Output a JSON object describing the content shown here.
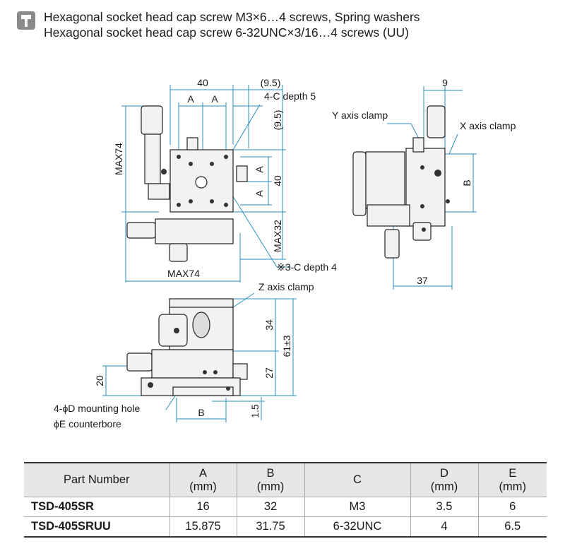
{
  "header": {
    "screw_icon": "hex-socket-screw-icon",
    "line1": "Hexagonal socket head cap screw  M3×6…4 screws, Spring washers",
    "line2": "Hexagonal socket head cap screw  6-32UNC×3/16…4 screws (UU)"
  },
  "top_view": {
    "dim_width": "40",
    "dim_offset": "(9.5)",
    "dim_a1": "A",
    "dim_a2": "A",
    "note_4c": "4-C depth 5",
    "dim_offset_v": "(9.5)",
    "dim_a3": "A",
    "dim_a4": "A",
    "dim_height": "40",
    "dim_max74_v": "MAX74",
    "dim_max32": "MAX32",
    "dim_max74_h": "MAX74",
    "note_3c": "※3-C depth 4"
  },
  "side_view": {
    "y_clamp": "Y axis clamp",
    "x_clamp": "X axis clamp",
    "dim_9": "9",
    "dim_b": "B",
    "dim_37": "37"
  },
  "front_view": {
    "z_clamp": "Z axis clamp",
    "dim_34": "34",
    "dim_61": "61±3",
    "dim_27": "27",
    "dim_20": "20",
    "dim_b": "B",
    "dim_1_5": "1.5",
    "note_mount_1": "4-ϕD mounting hole",
    "note_mount_2": "ϕE counterbore"
  },
  "table": {
    "headers": [
      {
        "label": "Part Number",
        "unit": ""
      },
      {
        "label": "A",
        "unit": "(mm)"
      },
      {
        "label": "B",
        "unit": "(mm)"
      },
      {
        "label": "C",
        "unit": ""
      },
      {
        "label": "D",
        "unit": "(mm)"
      },
      {
        "label": "E",
        "unit": "(mm)"
      }
    ],
    "rows": [
      [
        "TSD-405SR",
        "16",
        "32",
        "M3",
        "3.5",
        "6"
      ],
      [
        "TSD-405SRUU",
        "15.875",
        "31.75",
        "6-32UNC",
        "4",
        "6.5"
      ]
    ]
  },
  "colors": {
    "dimension_line": "#2a8fbf",
    "part_outline": "#222222",
    "part_fill": "#f2f2f2",
    "table_header_bg": "#e6e6e6"
  }
}
